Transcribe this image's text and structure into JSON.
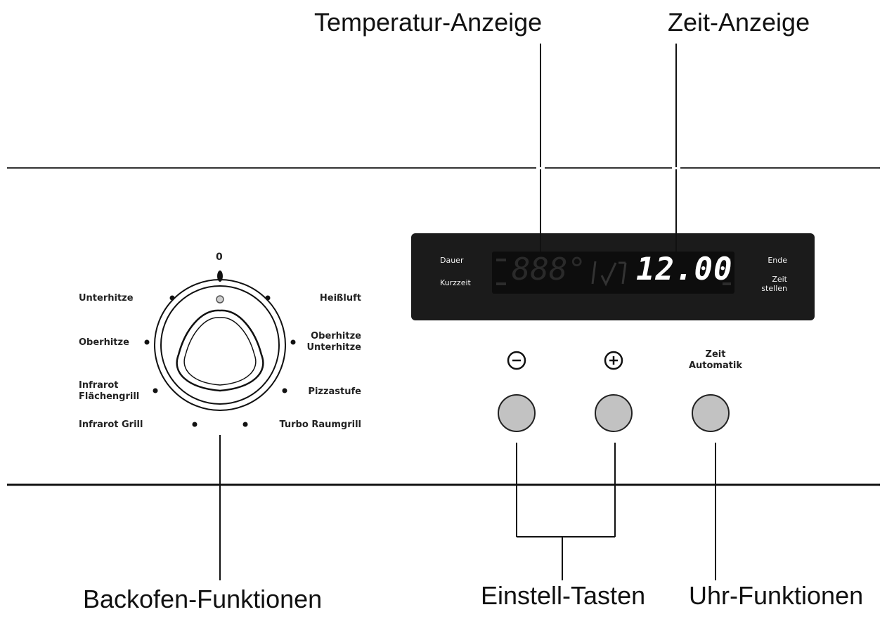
{
  "callouts": {
    "temperature_display": "Temperatur-Anzeige",
    "time_display": "Zeit-Anzeige",
    "oven_functions": "Backofen-Funktionen",
    "adjust_keys": "Einstell-Tasten",
    "clock_functions": "Uhr-Funktionen"
  },
  "dial": {
    "off_position": "0",
    "functions_left": [
      {
        "lines": [
          "Unterhitze"
        ]
      },
      {
        "lines": [
          "Oberhitze"
        ]
      },
      {
        "lines": [
          "Infrarot",
          "Flächengrill"
        ]
      },
      {
        "lines": [
          "Infrarot Grill"
        ]
      }
    ],
    "functions_right": [
      {
        "lines": [
          "Heißluft"
        ]
      },
      {
        "lines": [
          "Oberhitze",
          "Unterhitze"
        ]
      },
      {
        "lines": [
          "Pizzastufe"
        ]
      },
      {
        "lines": [
          "Turbo Raumgrill"
        ]
      }
    ]
  },
  "display": {
    "left_labels": [
      "Dauer",
      "Kurzzeit"
    ],
    "right_labels": [
      "Ende",
      "Zeit",
      "stellen"
    ],
    "temperature_digits": "888°",
    "time_value": "12.00"
  },
  "buttons": {
    "minus": {
      "icon": "minus-circle-icon"
    },
    "plus": {
      "icon": "plus-circle-icon"
    },
    "timer_lines": [
      "Zeit",
      "Automatik"
    ]
  },
  "colors": {
    "display_background": "#1b1b1b",
    "display_window": "#0d0d0d",
    "button_fill": "#c2c2c2",
    "line": "#111111"
  }
}
